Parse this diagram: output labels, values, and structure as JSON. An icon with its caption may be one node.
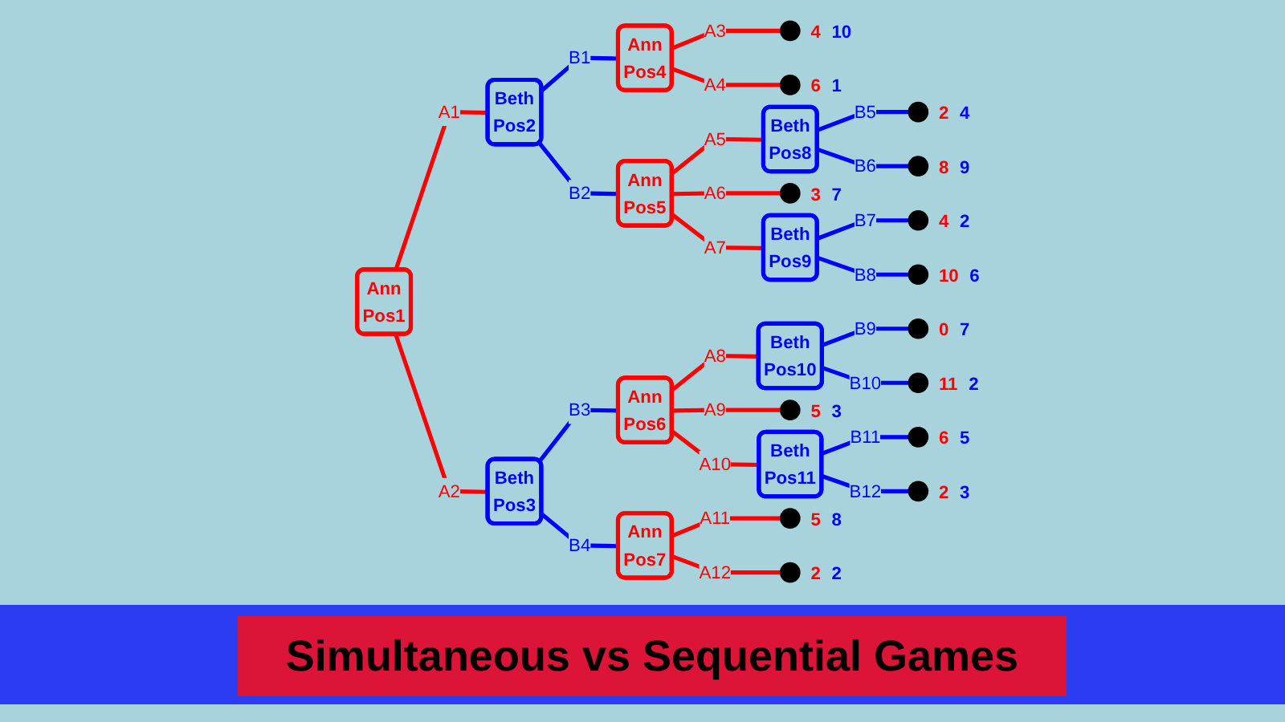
{
  "diagram": {
    "title": "Simultaneous vs Sequential Games",
    "nodes": [
      {
        "text": [
          "Ann",
          "Pos1"
        ]
      },
      {
        "text": [
          "Beth",
          "Pos2"
        ]
      },
      {
        "text": [
          "Ann",
          "Pos4"
        ]
      },
      {
        "text": [],
        "shape": "circle",
        "beside": [
          "4",
          "10"
        ]
      },
      {
        "text": [],
        "shape": "circle",
        "beside": [
          "6",
          "1"
        ]
      },
      {
        "text": [
          "Ann",
          "Pos5"
        ]
      },
      {
        "text": [
          "Beth",
          "Pos8"
        ]
      },
      {
        "text": [],
        "shape": "circle",
        "beside": [
          "2",
          "4"
        ]
      },
      {
        "text": [],
        "shape": "circle",
        "beside": [
          "8",
          "9"
        ]
      },
      {
        "text": [],
        "shape": "circle",
        "beside": [
          "3",
          "7"
        ]
      },
      {
        "text": [
          "Beth",
          "Pos9"
        ]
      },
      {
        "text": [],
        "shape": "circle",
        "beside": [
          "4",
          "2"
        ]
      },
      {
        "text": [],
        "shape": "circle",
        "beside": [
          "10",
          "6"
        ]
      },
      {
        "text": [
          "Beth",
          "Pos3"
        ]
      },
      {
        "text": [
          "Ann",
          "Pos6"
        ]
      },
      {
        "text": [
          "Beth",
          "Pos10"
        ]
      },
      {
        "text": [],
        "shape": "circle",
        "beside": [
          "0",
          "7"
        ]
      },
      {
        "text": [],
        "shape": "circle",
        "beside": [
          "11",
          "2"
        ]
      },
      {
        "text": [],
        "shape": "circle",
        "beside": [
          "5",
          "3"
        ]
      },
      {
        "text": [
          "Beth",
          "Pos11"
        ]
      },
      {
        "text": [],
        "shape": "circle",
        "beside": [
          "6",
          "5"
        ]
      },
      {
        "text": [],
        "shape": "circle",
        "beside": [
          "2",
          "3"
        ]
      },
      {
        "text": [
          "Ann",
          "Pos7"
        ]
      },
      {
        "text": [],
        "shape": "circle",
        "beside": [
          "5",
          "8"
        ]
      },
      {
        "text": [],
        "shape": "circle",
        "beside": [
          "2",
          "2"
        ]
      }
    ],
    "edges": [
      {
        "from": 0,
        "to": 1,
        "arrow": "none",
        "label": "A1",
        "color": "#ff0000"
      },
      {
        "from": 0,
        "to": 13,
        "arrow": "none",
        "label": "A2",
        "color": "#ff0000"
      },
      {
        "from": 1,
        "to": 2,
        "arrow": "none",
        "label": "B1",
        "color": "#0000ff"
      },
      {
        "from": 1,
        "to": 5,
        "arrow": "none",
        "label": "B2",
        "color": "#0000ff"
      },
      {
        "from": 2,
        "to": 3,
        "arrow": "none",
        "label": "A3",
        "color": "#ff0000"
      },
      {
        "from": 2,
        "to": 4,
        "arrow": "none",
        "label": "A4",
        "color": "#ff0000"
      },
      {
        "from": 5,
        "to": 6,
        "arrow": "none",
        "label": "A5",
        "color": "#ff0000"
      },
      {
        "from": 5,
        "to": 9,
        "arrow": "none",
        "label": "A6",
        "color": "#ff0000"
      },
      {
        "from": 5,
        "to": 10,
        "arrow": "none",
        "label": "A7",
        "color": "#ff0000"
      },
      {
        "from": 6,
        "to": 7,
        "arrow": "none",
        "label": "B5",
        "color": "#0000ff"
      },
      {
        "from": 6,
        "to": 8,
        "arrow": "none",
        "label": "B6",
        "color": "#0000ff"
      },
      {
        "from": 10,
        "to": 11,
        "arrow": "none",
        "label": "B7",
        "color": "#0000ff"
      },
      {
        "from": 10,
        "to": 12,
        "arrow": "none",
        "label": "B8",
        "color": "#0000ff"
      },
      {
        "from": 13,
        "to": 14,
        "arrow": "none",
        "label": "B3",
        "color": "#0000ff"
      },
      {
        "from": 13,
        "to": 22,
        "arrow": "none",
        "label": "B4",
        "color": "#0000ff"
      },
      {
        "from": 14,
        "to": 15,
        "arrow": "none",
        "label": "A8",
        "color": "#ff0000"
      },
      {
        "from": 14,
        "to": 18,
        "arrow": "none",
        "label": "A9",
        "color": "#ff0000"
      },
      {
        "from": 14,
        "to": 19,
        "arrow": "none",
        "label": "A10",
        "color": "#ff0000"
      },
      {
        "from": 15,
        "to": 16,
        "arrow": "none",
        "label": "B9",
        "color": "#0000ff"
      },
      {
        "from": 15,
        "to": 17,
        "arrow": "none",
        "label": "B10",
        "color": "#0000ff"
      },
      {
        "from": 19,
        "to": 20,
        "arrow": "none",
        "label": "B11",
        "color": "#0000ff"
      },
      {
        "from": 19,
        "to": 21,
        "arrow": "none",
        "label": "B12",
        "color": "#0000ff"
      },
      {
        "from": 22,
        "to": 23,
        "arrow": "none",
        "label": "A11",
        "color": "#ff0000"
      },
      {
        "from": 22,
        "to": 24,
        "arrow": "none",
        "label": "A12",
        "color": "#ff0000"
      }
    ]
  }
}
